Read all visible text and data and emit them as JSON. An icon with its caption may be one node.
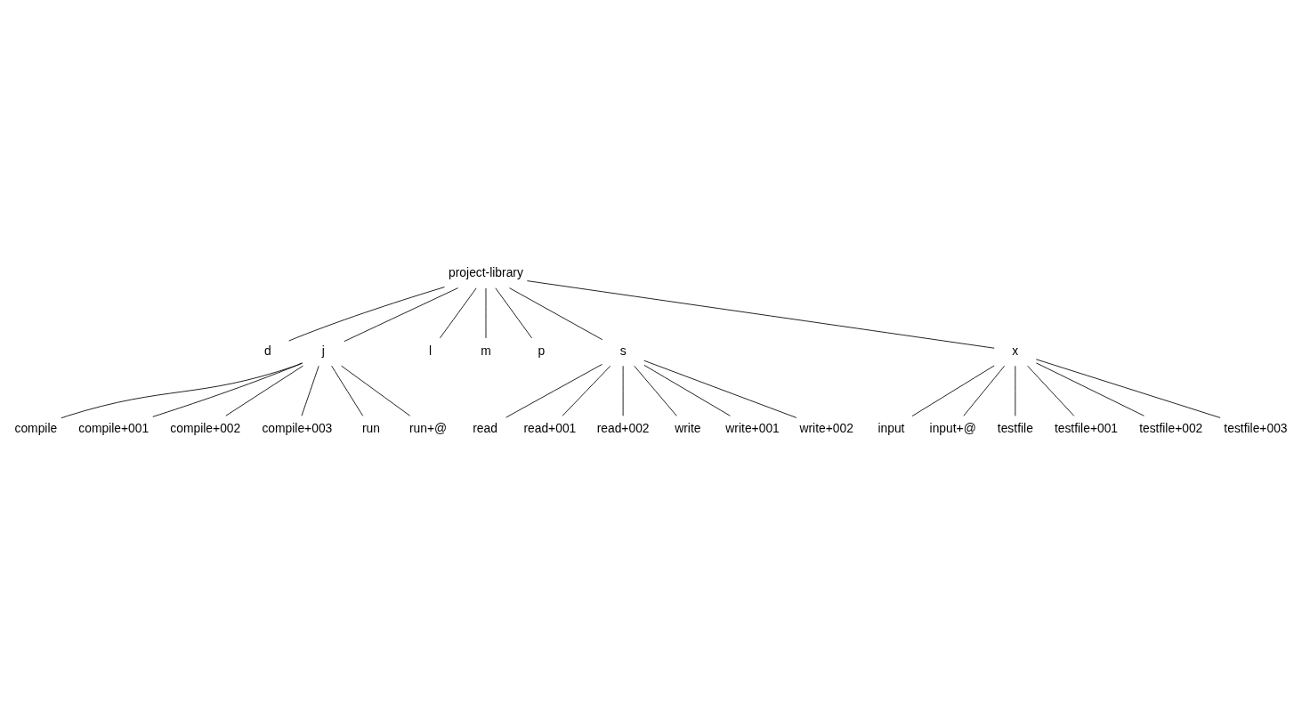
{
  "diagram": {
    "nodes": [
      {
        "text": [
          "project-library"
        ]
      },
      {
        "text": [
          "d"
        ]
      },
      {
        "text": [
          "j"
        ]
      },
      {
        "text": [
          "l"
        ]
      },
      {
        "text": [
          "m"
        ]
      },
      {
        "text": [
          "p"
        ]
      },
      {
        "text": [
          "s"
        ]
      },
      {
        "text": [
          "x"
        ]
      },
      {
        "text": [
          "compile"
        ]
      },
      {
        "text": [
          "compile+001"
        ]
      },
      {
        "text": [
          "compile+002"
        ]
      },
      {
        "text": [
          "compile+003"
        ]
      },
      {
        "text": [
          "run"
        ]
      },
      {
        "text": [
          "run+@"
        ]
      },
      {
        "text": [
          "read"
        ]
      },
      {
        "text": [
          "read+001"
        ]
      },
      {
        "text": [
          "read+002"
        ]
      },
      {
        "text": [
          "write"
        ]
      },
      {
        "text": [
          "write+001"
        ]
      },
      {
        "text": [
          "write+002"
        ]
      },
      {
        "text": [
          "input"
        ]
      },
      {
        "text": [
          "input+@"
        ]
      },
      {
        "text": [
          "testfile"
        ]
      },
      {
        "text": [
          "testfile+001"
        ]
      },
      {
        "text": [
          "testfile+002"
        ]
      },
      {
        "text": [
          "testfile+003"
        ]
      }
    ],
    "edges": [
      {
        "from": 0,
        "to": 1,
        "arrow": "none"
      },
      {
        "from": 0,
        "to": 2,
        "arrow": "none"
      },
      {
        "from": 0,
        "to": 3,
        "arrow": "none"
      },
      {
        "from": 0,
        "to": 4,
        "arrow": "none"
      },
      {
        "from": 0,
        "to": 5,
        "arrow": "none"
      },
      {
        "from": 0,
        "to": 6,
        "arrow": "none"
      },
      {
        "from": 0,
        "to": 7,
        "arrow": "none"
      },
      {
        "from": 2,
        "to": 8,
        "arrow": "none"
      },
      {
        "from": 2,
        "to": 9,
        "arrow": "none"
      },
      {
        "from": 2,
        "to": 10,
        "arrow": "none"
      },
      {
        "from": 2,
        "to": 11,
        "arrow": "none"
      },
      {
        "from": 2,
        "to": 12,
        "arrow": "none"
      },
      {
        "from": 2,
        "to": 13,
        "arrow": "none"
      },
      {
        "from": 6,
        "to": 14,
        "arrow": "none"
      },
      {
        "from": 6,
        "to": 15,
        "arrow": "none"
      },
      {
        "from": 6,
        "to": 16,
        "arrow": "none"
      },
      {
        "from": 6,
        "to": 17,
        "arrow": "none"
      },
      {
        "from": 6,
        "to": 18,
        "arrow": "none"
      },
      {
        "from": 6,
        "to": 19,
        "arrow": "none"
      },
      {
        "from": 7,
        "to": 20,
        "arrow": "none"
      },
      {
        "from": 7,
        "to": 21,
        "arrow": "none"
      },
      {
        "from": 7,
        "to": 22,
        "arrow": "none"
      },
      {
        "from": 7,
        "to": 23,
        "arrow": "none"
      },
      {
        "from": 7,
        "to": 24,
        "arrow": "none"
      },
      {
        "from": 7,
        "to": 25,
        "arrow": "none"
      }
    ]
  }
}
